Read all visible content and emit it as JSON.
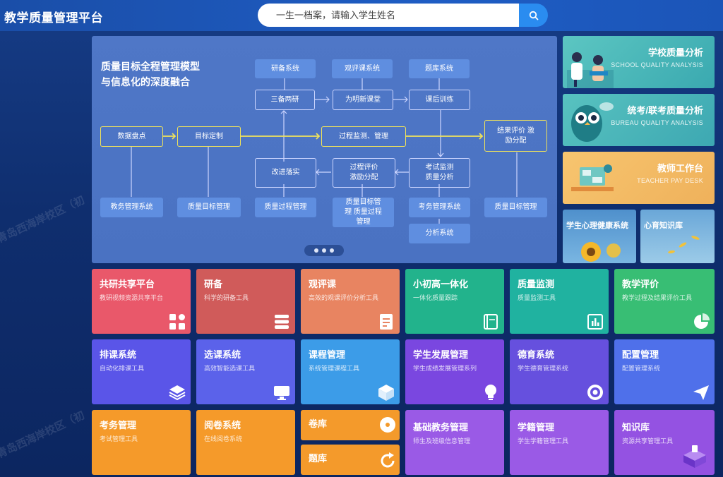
{
  "header": {
    "app_title": "教学质量管理平台",
    "search_placeholder": "一生一档案，请输入学生姓名"
  },
  "watermarks": [
    "青岛西海岸校区（初",
    "青岛西海岸校区（初"
  ],
  "diagram": {
    "title_line1": "质量目标全程管理模型",
    "title_line2": "与信息化的深度融合",
    "top_systems": [
      "研备系统",
      "观评课系统",
      "题库系统"
    ],
    "row1": [
      "三备两研",
      "为明新课堂",
      "课后训练"
    ],
    "main_flow": [
      "数据盘点",
      "目标定制",
      "过程监测、管理",
      "结果评价 激励分配"
    ],
    "row3": [
      "改进落实",
      "过程评价 激励分配",
      "考试监测 质量分析"
    ],
    "bottom_systems": [
      "教务管理系统",
      "质量目标管理",
      "质量过程管理",
      "质量目标管理 质量过程管理",
      "考务管理系统",
      "质量目标管理",
      "分析系统"
    ]
  },
  "right_cards": [
    {
      "title": "学校质量分析",
      "subtitle": "SCHOOL QUALITY ANALYSIS",
      "color": "#3fb6b8"
    },
    {
      "title": "统考/联考质量分析",
      "subtitle": "BUREAU QUALITY ANALYSIS",
      "color": "#45b3b6"
    },
    {
      "title": "教师工作台",
      "subtitle": "TEACHER PAY DESK",
      "color": "#f2b765"
    },
    {
      "title": "学生心理健康系统",
      "subtitle": "",
      "color": "#5aa3d8"
    },
    {
      "title": "心育知识库",
      "subtitle": "",
      "color": "#6ab1de"
    }
  ],
  "tiles": [
    {
      "title": "共研共享平台",
      "subtitle": "教研视频资源共享平台",
      "color": "#e9586a",
      "icon": "grid-icon"
    },
    {
      "title": "研备",
      "subtitle": "科学的研备工具",
      "color": "#d05b5a",
      "icon": "stack-icon"
    },
    {
      "title": "观评课",
      "subtitle": "高效的观课评价分析工具",
      "color": "#e88461",
      "icon": "document-icon"
    },
    {
      "title": "小初高一体化",
      "subtitle": "一体化质量跟踪",
      "color": "#22b38c",
      "icon": "book-icon"
    },
    {
      "title": "质量监测",
      "subtitle": "质量监测工具",
      "color": "#20b2a0",
      "icon": "bar-chart-icon"
    },
    {
      "title": "教学评价",
      "subtitle": "教学过程及结果评价工具",
      "color": "#38be74",
      "icon": "pie-chart-icon"
    },
    {
      "title": "排课系统",
      "subtitle": "自动化排课工具",
      "color": "#5a55e8",
      "icon": "layers-icon"
    },
    {
      "title": "选课系统",
      "subtitle": "高效智能选课工具",
      "color": "#5b62ea",
      "icon": "monitor-icon"
    },
    {
      "title": "课程管理",
      "subtitle": "系统管理课程工具",
      "color": "#3c9ce8",
      "icon": "cube-icon"
    },
    {
      "title": "学生发展管理",
      "subtitle": "学生成绩发展管理系列",
      "color": "#7a47e0",
      "icon": "lightbulb-icon"
    },
    {
      "title": "德育系统",
      "subtitle": "学生德育管理系统",
      "color": "#6650de",
      "icon": "target-icon"
    },
    {
      "title": "配置管理",
      "subtitle": "配置管理系统",
      "color": "#4f70ea",
      "icon": "send-icon"
    },
    {
      "title": "考务管理",
      "subtitle": "考试管理工具",
      "color": "#f59a2a",
      "icon": ""
    },
    {
      "title": "阅卷系统",
      "subtitle": "在线阅卷系统",
      "color": "#f59a2a",
      "icon": ""
    },
    {
      "title": "卷库",
      "subtitle": "",
      "color": "#f49a2b",
      "icon": "disc-icon"
    },
    {
      "title": "题库",
      "subtitle": "",
      "color": "#f49a2b",
      "icon": "refresh-icon"
    },
    {
      "title": "基础教务管理",
      "subtitle": "师生及班级信息管理",
      "color": "#9a5ae6",
      "icon": ""
    },
    {
      "title": "学籍管理",
      "subtitle": "学生学籍管理工具",
      "color": "#9a5ae6",
      "icon": ""
    },
    {
      "title": "知识库",
      "subtitle": "资源共享管理工具",
      "color": "#9452e2",
      "icon": "book-stack-icon"
    }
  ]
}
